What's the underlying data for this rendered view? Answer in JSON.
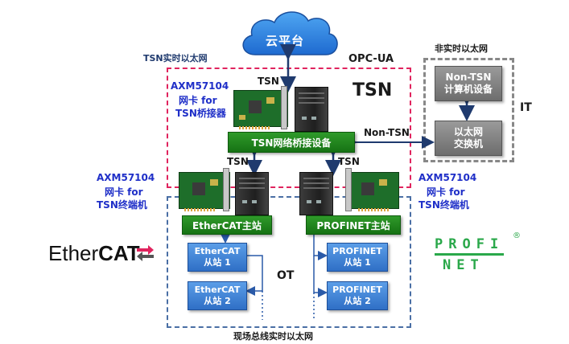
{
  "cloud": {
    "label": "云平台"
  },
  "labels": {
    "tsn_ethernet": "TSN实时以太网",
    "opc_ua": "OPC-UA",
    "tsn_big": "TSN",
    "non_realtime": "非实时以太网",
    "it": "IT",
    "non_tsn_link": "Non-TSN",
    "ot": "OT",
    "fieldbus": "现场总线实时以太网",
    "tsn_arrow_top": "TSN",
    "tsn_arrow_left": "TSN",
    "tsn_arrow_right": "TSN"
  },
  "card_labels": {
    "bridge": {
      "model": "AXM57104",
      "line2": "网卡 for",
      "line3": "TSN桥接器"
    },
    "left_endpoint": {
      "model": "AXM57104",
      "line2": "网卡 for",
      "line3": "TSN终端机"
    },
    "right_endpoint": {
      "model": "AXM57104",
      "line2": "网卡 for",
      "line3": "TSN终端机"
    }
  },
  "boxes": {
    "bridge_device": "TSN网络桥接设备",
    "ethercat_master": "EtherCAT主站",
    "profinet_master": "PROFINET主站",
    "non_tsn_device": {
      "line1": "Non-TSN",
      "line2": "计算机设备"
    },
    "ethernet_switch": {
      "line1": "以太网",
      "line2": "交换机"
    }
  },
  "slaves": {
    "ethercat": [
      {
        "line1": "EtherCAT",
        "line2": "从站 1"
      },
      {
        "line1": "EtherCAT",
        "line2": "从站 2"
      }
    ],
    "profinet": [
      {
        "line1": "PROFINET",
        "line2": "从站 1"
      },
      {
        "line1": "PROFINET",
        "line2": "从站 2"
      }
    ]
  },
  "logos": {
    "ethercat": {
      "part1": "Ether",
      "part2": "CAT"
    },
    "profinet": {
      "top": "PROFI",
      "bottom": "NET",
      "mark": "®"
    }
  },
  "colors": {
    "tsn_border": "#e0245e",
    "ot_border": "#4a6fa5",
    "it_border": "#888888",
    "green": "#1f8a1c",
    "slave_blue": "#3f82d8",
    "label_blue": "#1f2fc8",
    "arrow_navy": "#1f3a6e",
    "profinet_green": "#2aa84a"
  }
}
